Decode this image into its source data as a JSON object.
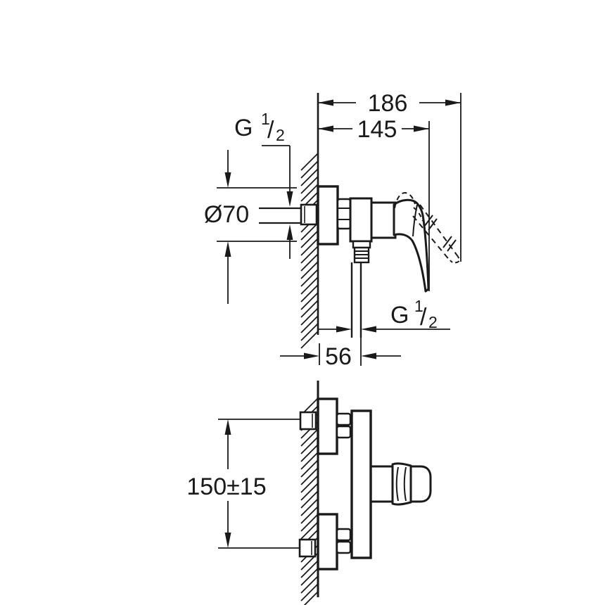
{
  "drawing": {
    "type": "installation-dimension-drawing",
    "views": {
      "side_view_name": "side-elevation-with-wall-section",
      "front_view_name": "plan-view-with-wall-section"
    },
    "dimensions": {
      "total_depth": "186",
      "depth_to_lever": "145",
      "flange_diameter": "Ø70",
      "outlet_offset": "56",
      "inlet_spacing": "150±15"
    },
    "threads": {
      "inlet": {
        "prefix": "G",
        "numerator": "1",
        "slash": "/",
        "denominator": "2"
      },
      "outlet": {
        "prefix": "G",
        "numerator": "1",
        "slash": "/",
        "denominator": "2"
      }
    },
    "colors": {
      "line": "#1a1a1a",
      "background": "#ffffff"
    }
  }
}
